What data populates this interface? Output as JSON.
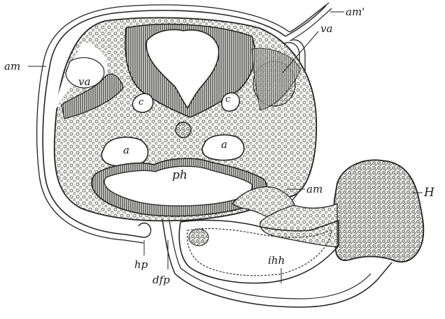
{
  "figure": {
    "labels": {
      "am_prime": "am'",
      "va_right": "va",
      "am_left": "am",
      "va_left": "va",
      "c_left": "c",
      "c_right": "c",
      "a_left": "a",
      "a_right": "a",
      "ph": "ph",
      "am_right": "am",
      "H": "H",
      "ihh": "ihh",
      "hp": "hp",
      "dfp": "dfp"
    }
  }
}
